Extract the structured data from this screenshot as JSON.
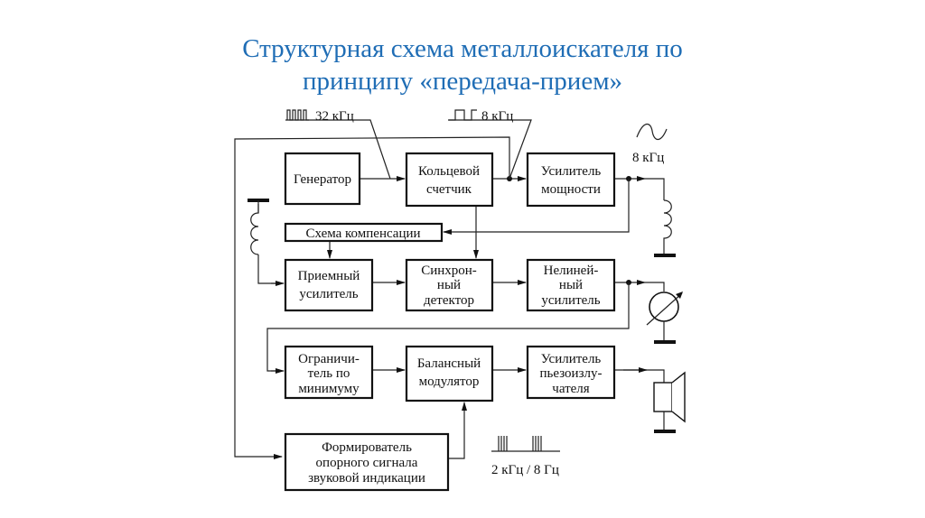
{
  "title": {
    "line1": "Структурная схема металлоискателя по",
    "line2": "принципу «передача-прием»"
  },
  "blocks": {
    "generator": [
      "Генератор"
    ],
    "ring_counter": [
      "Кольцевой",
      "счетчик"
    ],
    "power_amp": [
      "Усилитель",
      "мощности"
    ],
    "compensation": [
      "Схема компенсации"
    ],
    "receiver_amp": [
      "Приемный",
      "усилитель"
    ],
    "sync_detector": [
      "Синхрон-",
      "ный",
      "детектор"
    ],
    "nonlinear_amp": [
      "Нелиней-",
      "ный",
      "усилитель"
    ],
    "limiter": [
      "Ограничи-",
      "тель по",
      "минимуму"
    ],
    "balanced_mod": [
      "Балансный",
      "модулятор"
    ],
    "piezo_amp": [
      "Усилитель",
      "пьезоизлу-",
      "чателя"
    ],
    "ref_former": [
      "Формирователь",
      "опорного сигнала",
      "звуковой индикации"
    ]
  },
  "signals": {
    "clock_32": "32 кГц",
    "clock_8": "8 кГц",
    "sine_8": "8 кГц",
    "burst": "2 кГц / 8 Гц"
  },
  "components": {
    "tx_coil": "transmit-coil-icon",
    "rx_coil": "receive-coil-icon",
    "meter": "pointer-meter-icon",
    "speaker": "piezo-speaker-icon"
  }
}
